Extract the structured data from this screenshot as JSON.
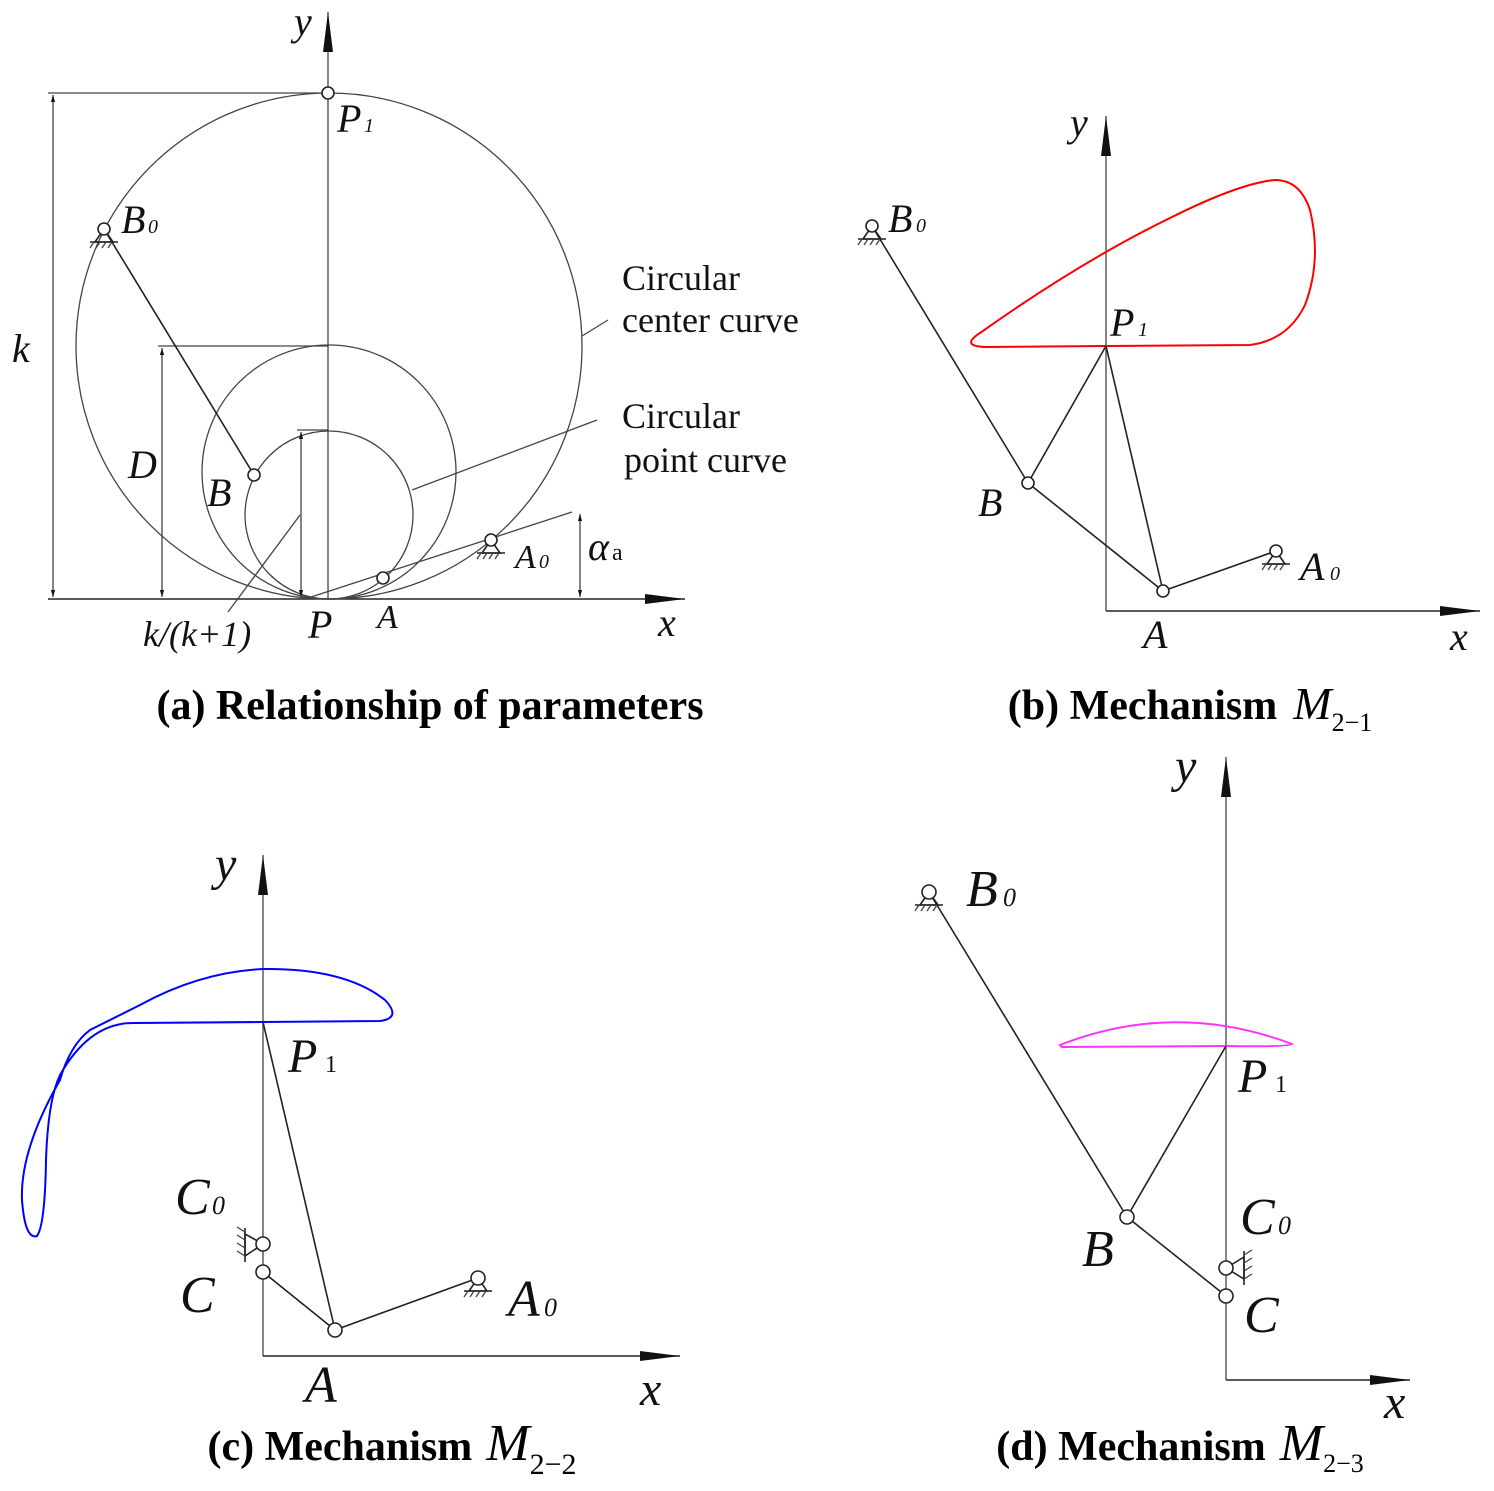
{
  "colors": {
    "curve_b": "#ff0000",
    "curve_c": "#0000ff",
    "curve_d": "#ff33ff",
    "line": "#222222"
  },
  "panel_a": {
    "caption": "(a) Relationship of parameters",
    "axis_x": "x",
    "axis_y": "y",
    "labels": {
      "P1": "P",
      "P1_sub": "1",
      "B0": "B",
      "B0_sub": "0",
      "B": "B",
      "P": "P",
      "A": "A",
      "A0": "A",
      "A0_sub": "0",
      "k": "k",
      "D": "D",
      "ratio": "k/(k+1)",
      "alpha": "α",
      "alpha_sub": "a"
    },
    "center_curve": [
      "Circular",
      "center curve"
    ],
    "point_curve": [
      "Circular",
      "point curve"
    ]
  },
  "panel_b": {
    "caption": "(b) Mechanism",
    "caption_m": "M",
    "caption_sub": "2−1",
    "axis_x": "x",
    "axis_y": "y",
    "labels": {
      "B0": "B",
      "B0_sub": "0",
      "P1": "P",
      "P1_sub": "1",
      "B": "B",
      "A": "A",
      "A0": "A",
      "A0_sub": "0"
    }
  },
  "panel_c": {
    "caption": "(c) Mechanism",
    "caption_m": "M",
    "caption_sub": "2−2",
    "axis_x": "x",
    "axis_y": "y",
    "labels": {
      "P1": "P",
      "P1_sub": "1",
      "C0": "C",
      "C0_sub": "0",
      "C": "C",
      "A": "A",
      "A0": "A",
      "A0_sub": "0"
    }
  },
  "panel_d": {
    "caption": "(d) Mechanism",
    "caption_m": "M",
    "caption_sub": "2−3",
    "axis_x": "x",
    "axis_y": "y",
    "labels": {
      "B0": "B",
      "B0_sub": "0",
      "P1": "P",
      "P1_sub": "1",
      "B": "B",
      "C0": "C",
      "C0_sub": "0",
      "C": "C"
    }
  }
}
